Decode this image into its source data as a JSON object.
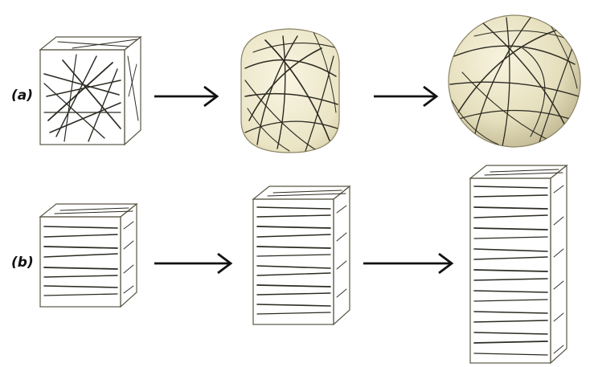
{
  "figure": {
    "rows": [
      {
        "id": "a",
        "label": "(a)",
        "stages": [
          "cube",
          "rounded-cube",
          "sphere"
        ],
        "fiber_orientation": "random"
      },
      {
        "id": "b",
        "label": "(b)",
        "stages": [
          "cube",
          "tall-prism",
          "taller-prism"
        ],
        "fiber_orientation": "horizontal-aligned"
      }
    ],
    "icons": [
      "right-arrow-icon"
    ],
    "colors": {
      "body_fill": "#f4f0d6",
      "top_face": "#e9e3c2",
      "side_face": "#dcd4ac",
      "fiber": "#2c2a22",
      "edge": "#5a5646",
      "arrow": "#111111"
    }
  }
}
